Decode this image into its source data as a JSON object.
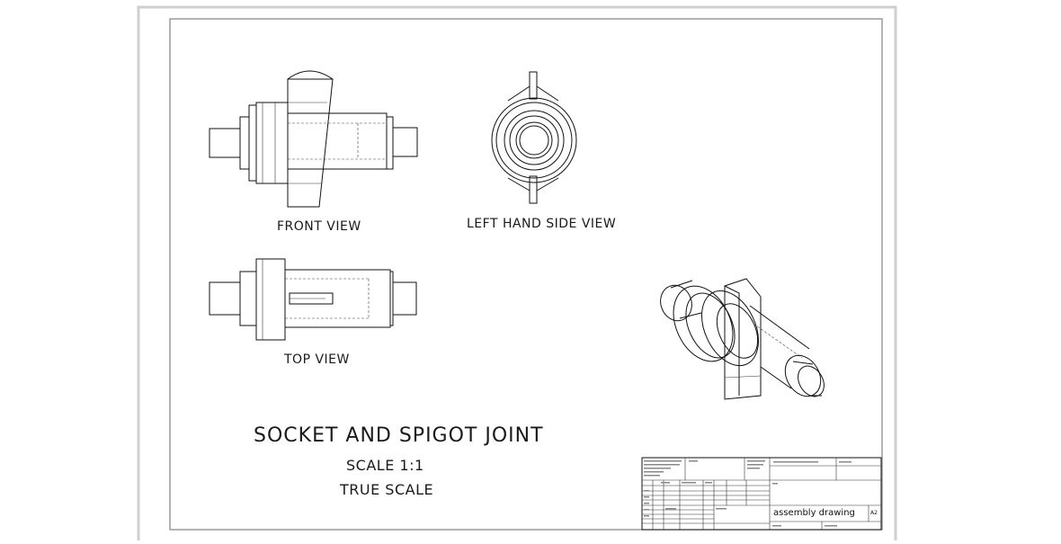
{
  "drawing": {
    "title": "SOCKET AND SPIGOT JOINT",
    "scale": "SCALE 1:1",
    "scale_note": "TRUE SCALE"
  },
  "views": {
    "front": "FRONT VIEW",
    "left": "LEFT HAND SIDE VIEW",
    "top": "TOP VIEW"
  },
  "title_block": {
    "drawing_name": "assembly drawing",
    "sheet_size": "A2"
  }
}
